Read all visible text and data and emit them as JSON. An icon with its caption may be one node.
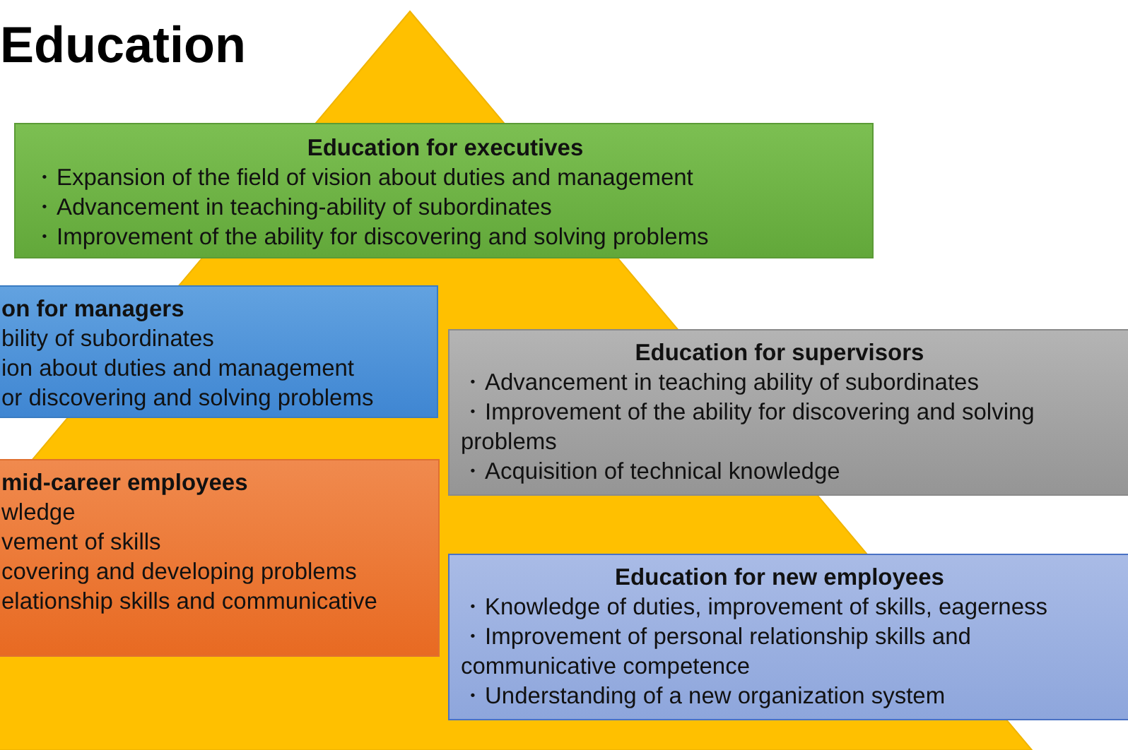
{
  "diagram": {
    "title": "Education",
    "nodes": [
      {
        "text": [
          "Education for executives",
          "・Expansion of the field of vision about duties and management",
          "・Advancement in teaching-ability of subordinates",
          "・Improvement of the ability for discovering and solving problems"
        ]
      },
      {
        "text": [
          "on for managers",
          "bility of subordinates",
          "ion about duties and management",
          "or discovering and solving problems"
        ]
      },
      {
        "text": [
          "Education for supervisors",
          "・Advancement in teaching ability of subordinates",
          "・Improvement of the ability for discovering and solving problems",
          "・Acquisition of technical knowledge"
        ]
      },
      {
        "text": [
          "mid-career employees",
          "wledge",
          "vement of skills",
          "covering and developing problems",
          "elationship skills and communicative"
        ]
      },
      {
        "text": [
          "Education for new employees",
          "・Knowledge of duties, improvement of skills, eagerness",
          "・Improvement of personal relationship skills and communicative competence",
          "・Understanding of a new organization system"
        ]
      }
    ]
  }
}
